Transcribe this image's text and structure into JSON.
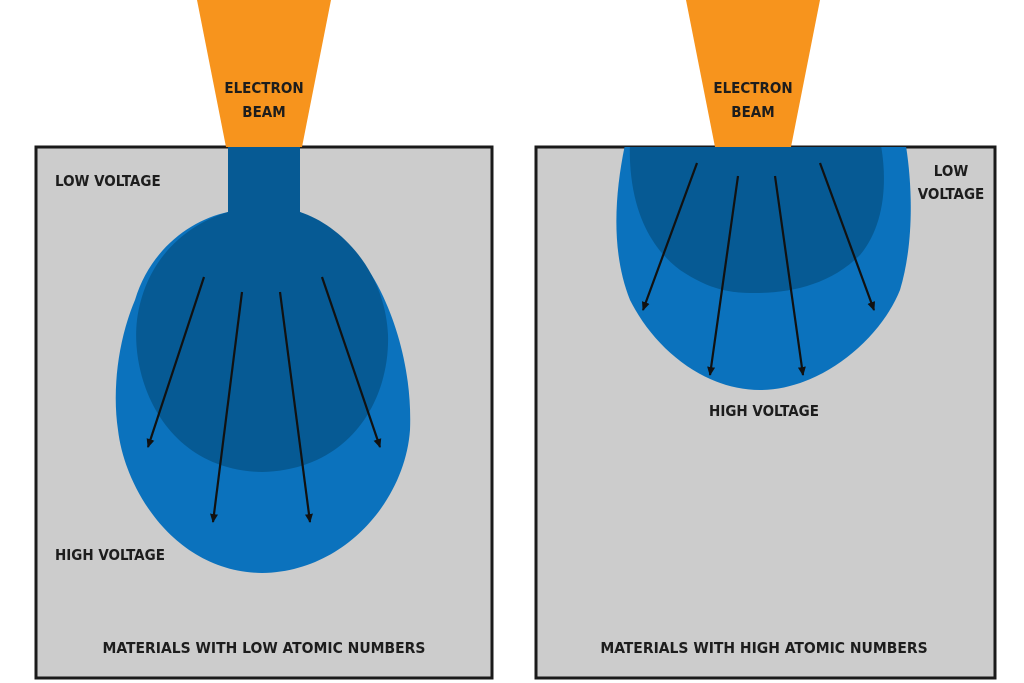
{
  "colors": {
    "beam": "#f7941d",
    "material": "#cccccc",
    "outer_volume": "#0b72bd",
    "inner_volume": "#065a94",
    "outline": "#1a1a1a",
    "text": "#1d1d1d"
  },
  "left_panel": {
    "beam_label_line1": "ELECTRON",
    "beam_label_line2": "BEAM",
    "low_voltage_label": "LOW VOLTAGE",
    "high_voltage_label": "HIGH VOLTAGE",
    "caption": "MATERIALS WITH LOW ATOMIC NUMBERS"
  },
  "right_panel": {
    "beam_label_line1": "ELECTRON",
    "beam_label_line2": "BEAM",
    "low_voltage_label_line1": "LOW",
    "low_voltage_label_line2": "VOLTAGE",
    "high_voltage_label": "HIGH VOLTAGE",
    "caption": "MATERIALS WITH HIGH ATOMIC NUMBERS"
  }
}
